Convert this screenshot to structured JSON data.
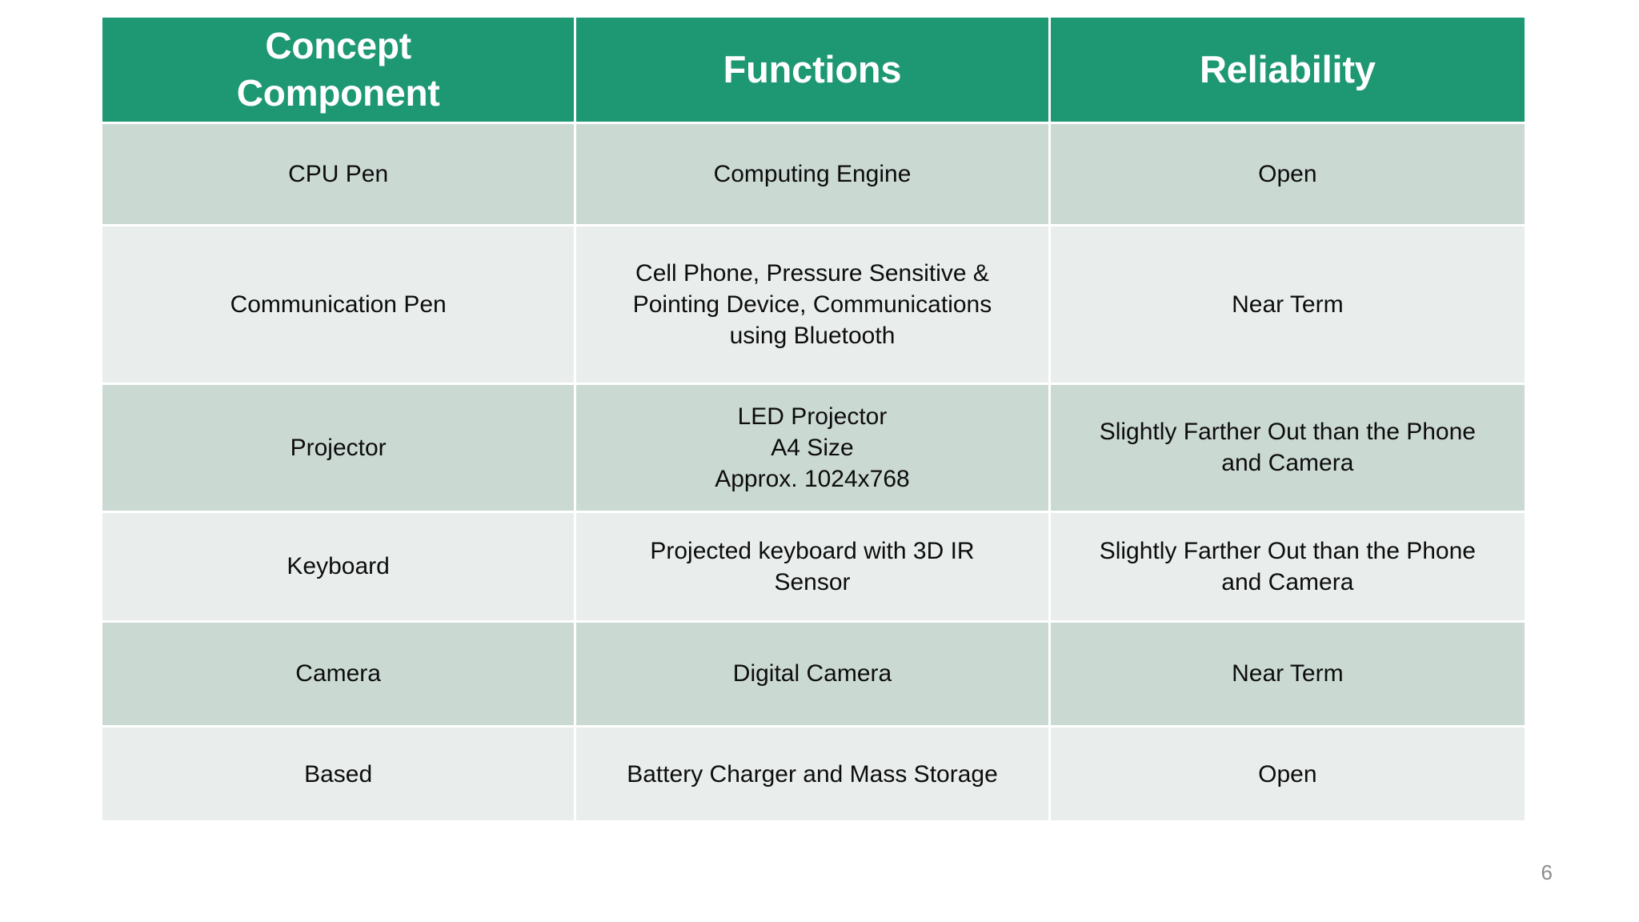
{
  "slide": {
    "page_number": "6",
    "colors": {
      "header_green": "#1E9873",
      "row_dark": "#CBD9D3",
      "row_light": "#E9EEEC",
      "header_text": "#FFFFFF",
      "body_text": "#0D0D0D",
      "page_number_text": "#8C8C8C",
      "background": "#FFFFFF"
    }
  },
  "table": {
    "headers": [
      {
        "line1": "Concept",
        "line2": "Component"
      },
      {
        "line1": "Functions",
        "line2": ""
      },
      {
        "line1": "Reliability",
        "line2": ""
      }
    ],
    "columns": [
      "Concept Component",
      "Functions",
      "Reliability"
    ],
    "rows": [
      {
        "component": "CPU Pen",
        "functions": [
          "Computing Engine"
        ],
        "reliability": [
          "Open"
        ]
      },
      {
        "component": "Communication Pen",
        "functions": [
          "Cell Phone, Pressure Sensitive &",
          "Pointing Device, Communications",
          "using Bluetooth"
        ],
        "reliability": [
          "Near Term"
        ]
      },
      {
        "component": "Projector",
        "functions": [
          "LED Projector",
          "A4 Size",
          "Approx. 1024x768"
        ],
        "reliability": [
          "Slightly Farther Out than the Phone",
          "and Camera"
        ]
      },
      {
        "component": "Keyboard",
        "functions": [
          "Projected keyboard with 3D IR",
          "Sensor"
        ],
        "reliability": [
          "Slightly Farther Out than the Phone",
          "and Camera"
        ]
      },
      {
        "component": "Camera",
        "functions": [
          "Digital Camera"
        ],
        "reliability": [
          "Near Term"
        ]
      },
      {
        "component": "Based",
        "functions": [
          "Battery Charger and Mass Storage"
        ],
        "reliability": [
          "Open"
        ]
      }
    ]
  }
}
